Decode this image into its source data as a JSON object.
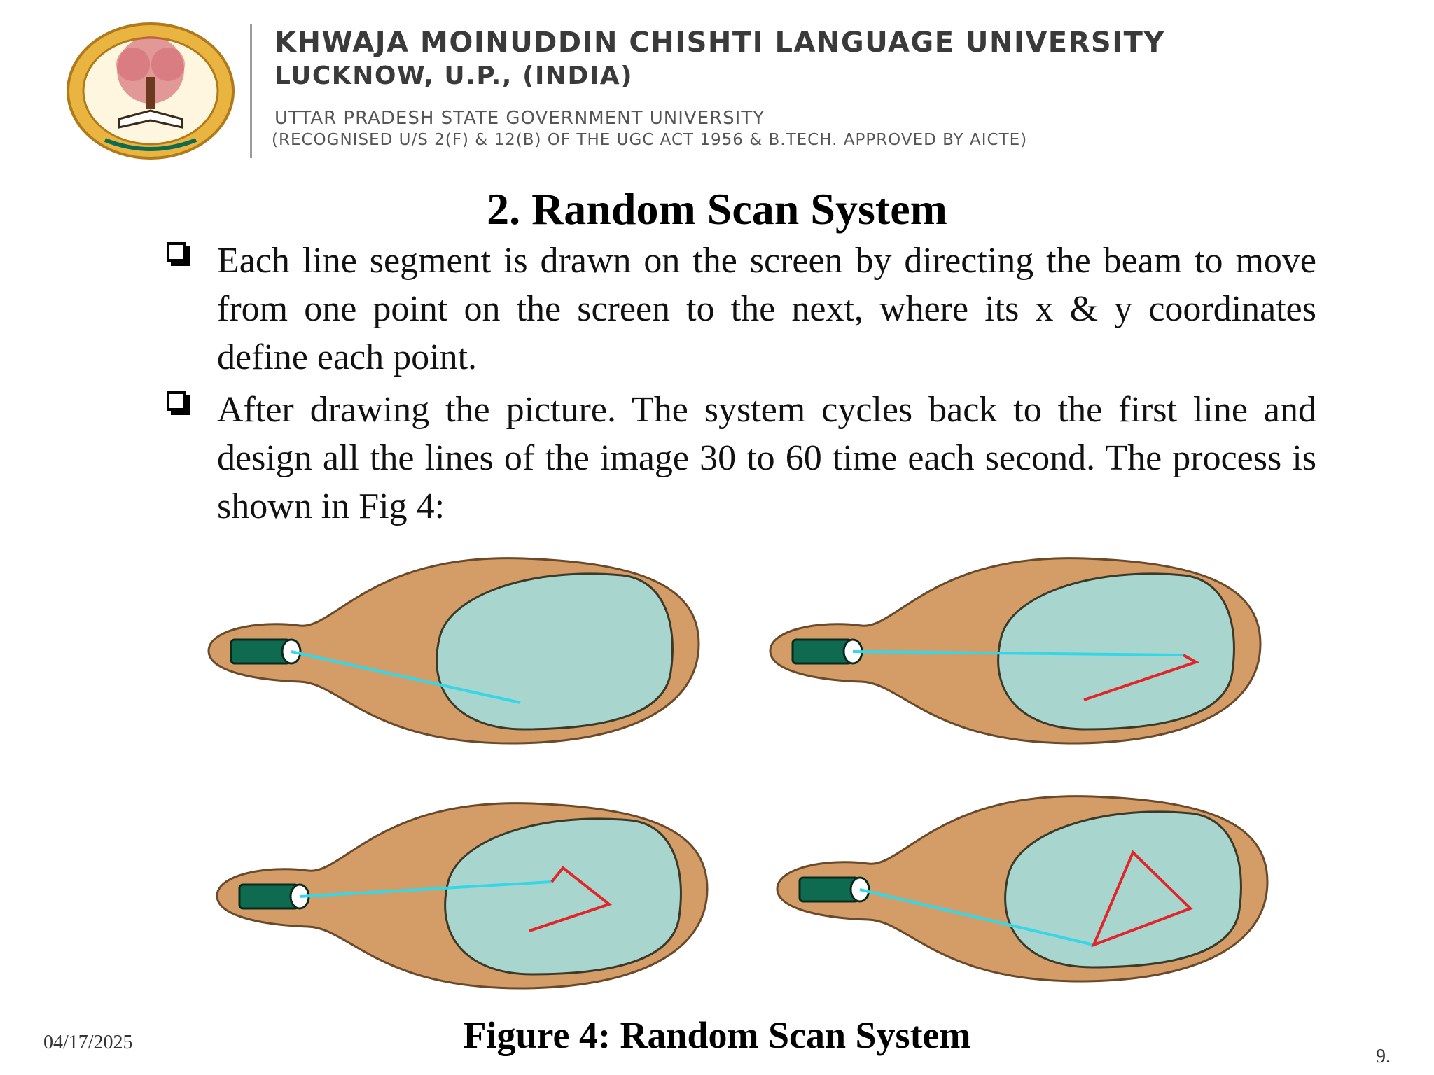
{
  "header": {
    "university_name": "KHWAJA MOINUDDIN CHISHTI LANGUAGE UNIVERSITY",
    "location": "LUCKNOW, U.P., (INDIA)",
    "status": "UTTAR PRADESH STATE GOVERNMENT UNIVERSITY",
    "recognition": "(RECOGNISED U/S 2(F) & 12(B) OF THE UGC ACT 1956 & B.TECH. APPROVED BY AICTE)"
  },
  "slide": {
    "title": "2. Random Scan System",
    "bullets": [
      "Each line segment is drawn on the screen by directing the beam to move from one point on the screen to the next, where its x & y coordinates define each point.",
      "After drawing the picture. The system cycles back to the first line and design all the lines of the image 30 to 60 time each second. The process is shown in Fig 4:"
    ],
    "figure_caption": "Figure 4: Random Scan System"
  },
  "footer": {
    "date": "04/17/2025",
    "page_number": "9."
  },
  "colors": {
    "tube_body": "#d49c66",
    "screen": "#a8d5cd",
    "gun": "#0f6b50",
    "beam": "#35d6e6",
    "drawn_line": "#e0262a",
    "logo_gold": "#d7a43a"
  }
}
